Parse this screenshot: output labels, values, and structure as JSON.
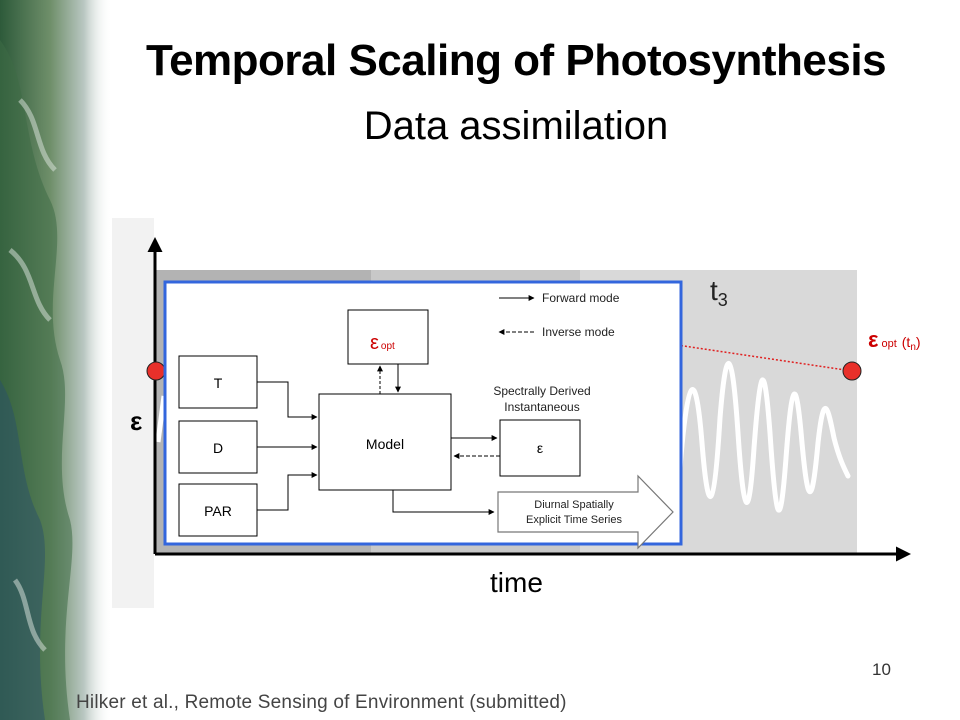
{
  "slide": {
    "title": "Temporal Scaling of Photosynthesis",
    "subtitle": "Data assimilation",
    "page_number": "10",
    "citation": "Hilker et al., Remote Sensing of Environment (submitted)"
  },
  "plot": {
    "y_axis_label": "ε",
    "x_axis_label": "time",
    "period_label": "t",
    "period_subscript": "3",
    "epsilon_point_label": "ε",
    "epsilon_point_sub": "opt",
    "epsilon_point_time": "(t",
    "epsilon_point_time_sub": "n",
    "epsilon_point_close": ")"
  },
  "inset": {
    "legend_forward": "Forward mode",
    "legend_inverse": "Inverse mode",
    "input_t": "T",
    "input_d": "D",
    "input_par": "PAR",
    "model": "Model",
    "eps_opt": "ε",
    "eps_opt_sub": "opt",
    "eps": "ε",
    "spectral_line1": "Spectrally Derived",
    "spectral_line2": "Instantaneous",
    "output_line1": "Diurnal Spatially",
    "output_line2": "Explicit Time Series"
  },
  "colors": {
    "inset_border": "#3366dd",
    "point_fill": "#e8302a",
    "dotted_line": "#e02020",
    "panel_dark": "#b3b3b3",
    "panel_mid": "#c8c8c8",
    "panel_light": "#d9d9d9"
  }
}
